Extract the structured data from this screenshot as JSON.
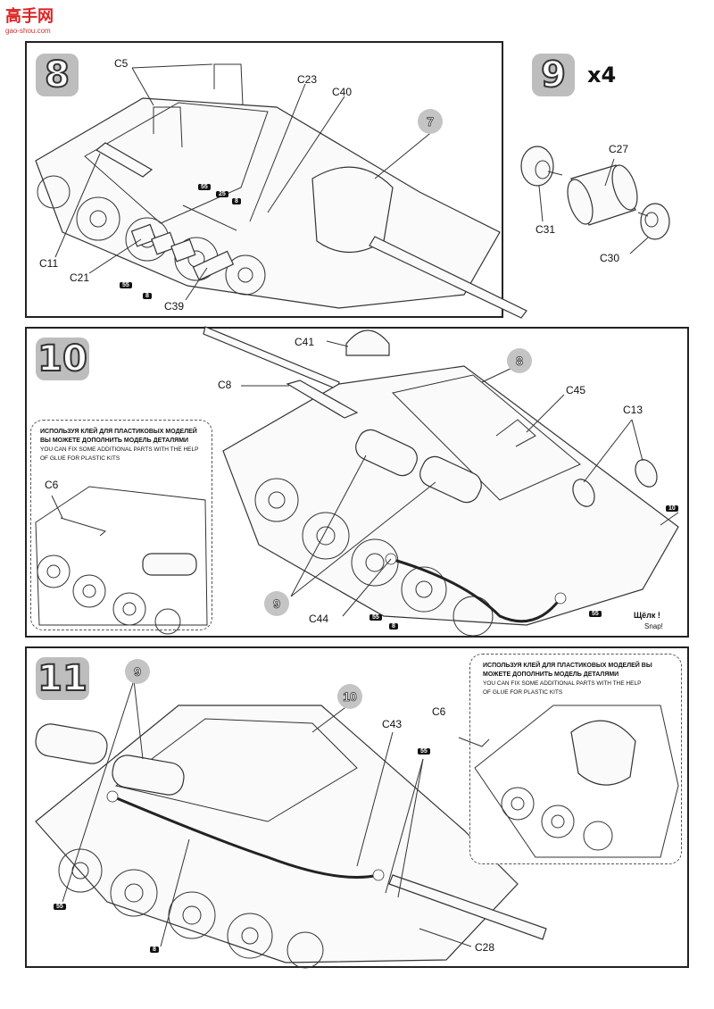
{
  "watermark": {
    "brand": "高手网",
    "url": "gao-shou.com"
  },
  "steps": {
    "step8": {
      "number": "8",
      "labels": {
        "c5": "C5",
        "c23": "C23",
        "c40": "C40",
        "c11": "C11",
        "c21": "C21",
        "c39": "C39",
        "ref7": "7"
      },
      "glue_tags": [
        "55",
        "25",
        "8",
        "55",
        "8"
      ]
    },
    "step9": {
      "number": "9",
      "multiplier": "x4",
      "labels": {
        "c27": "C27",
        "c31": "C31",
        "c30": "C30"
      }
    },
    "step10": {
      "number": "10",
      "labels": {
        "c41": "C41",
        "c8": "C8",
        "c45": "C45",
        "c13": "C13",
        "c44": "C44",
        "c6": "C6",
        "ref8": "8",
        "ref9": "9"
      },
      "glue_tags": [
        "55",
        "8",
        "55",
        "10"
      ],
      "snap": {
        "ru": "Щёлк !",
        "en": "Snap!"
      },
      "note": {
        "ru": "ИСПОЛЬЗУЯ КЛЕЙ ДЛЯ ПЛАСТИКОВЫХ МОДЕЛЕЙ ВЫ МОЖЕТЕ ДОПОЛНИТЬ МОДЕЛЬ ДЕТАЛЯМИ",
        "en_line1": "YOU CAN FIX SOME ADDITIONAL PARTS WITH THE HELP",
        "en_line2": "OF GLUE FOR PLASTIC KITS"
      }
    },
    "step11": {
      "number": "11",
      "labels": {
        "c43": "C43",
        "c28": "C28",
        "c6": "C6",
        "ref9": "9",
        "ref10": "10"
      },
      "glue_tags": [
        "55",
        "55",
        "8"
      ],
      "note": {
        "ru": "ИСПОЛЬЗУЯ КЛЕЙ ДЛЯ ПЛАСТИКОВЫХ МОДЕЛЕЙ ВЫ МОЖЕТЕ ДОПОЛНИТЬ МОДЕЛЬ ДЕТАЛЯМИ",
        "en_line1": "YOU CAN FIX SOME ADDITIONAL PARTS WITH THE HELP",
        "en_line2": "OF GLUE FOR PLASTIC KITS"
      }
    }
  }
}
